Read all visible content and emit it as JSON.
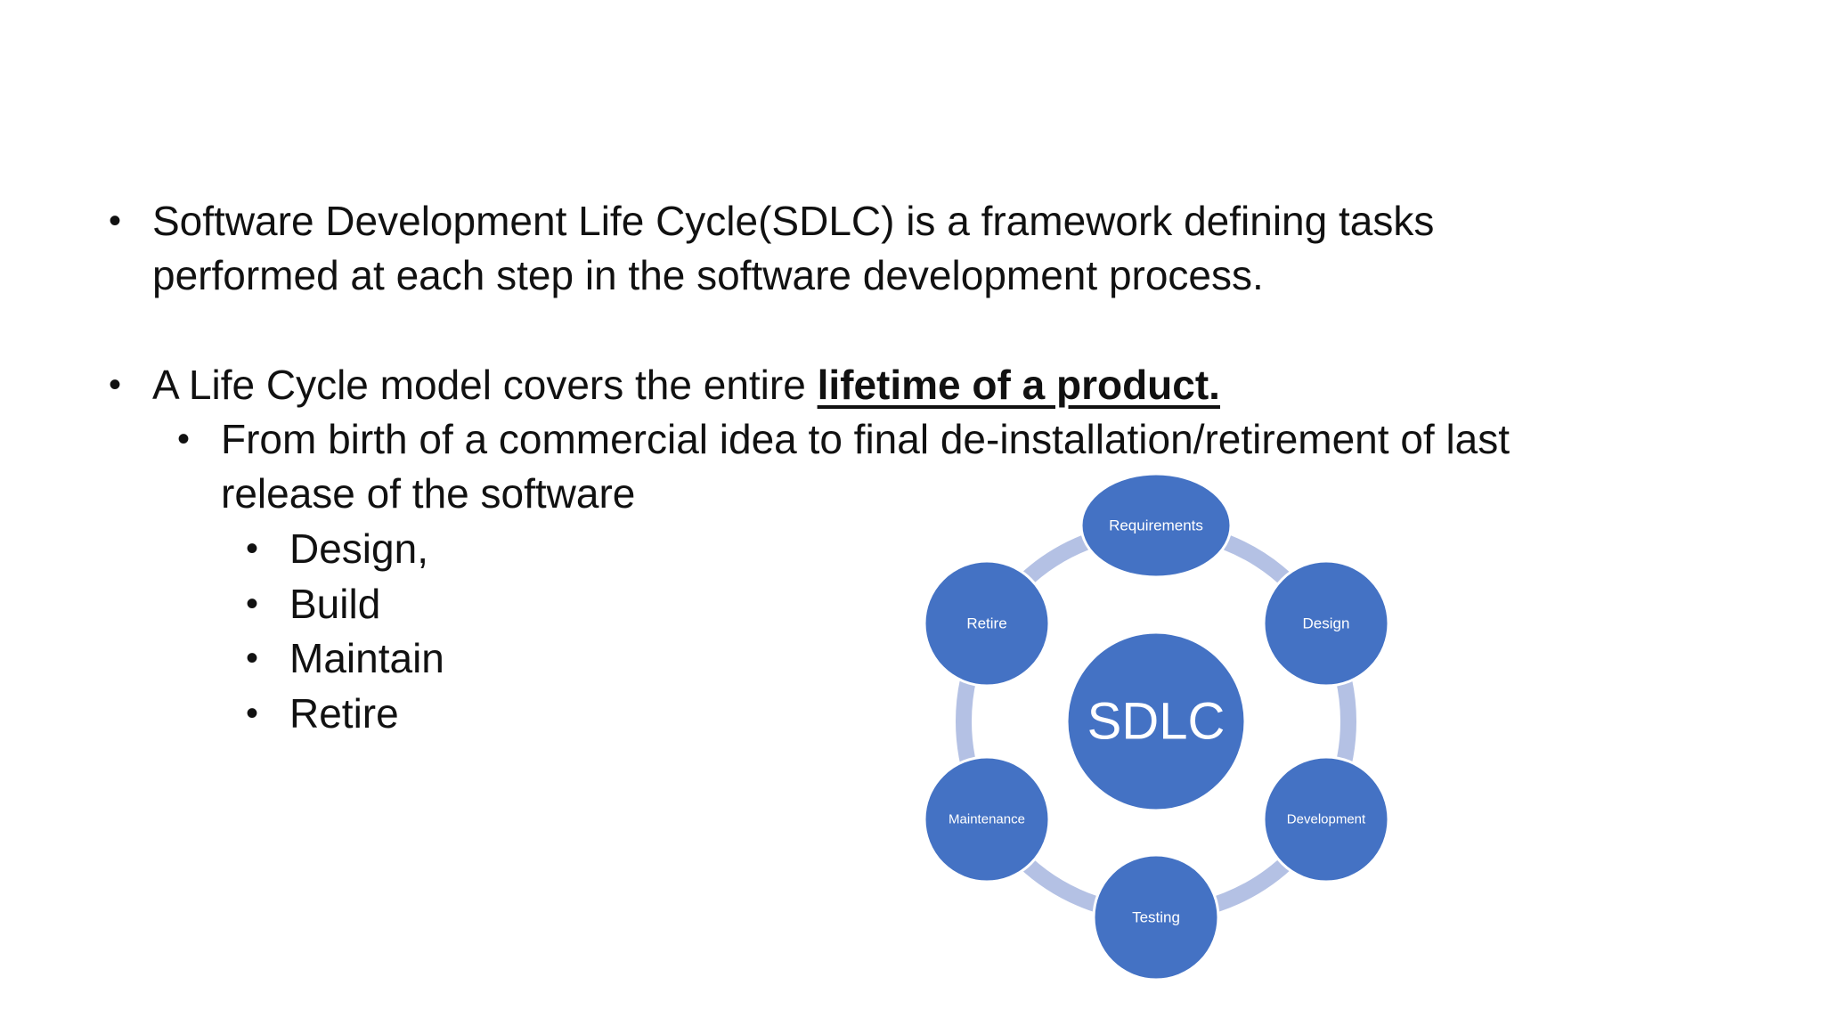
{
  "bullets": {
    "b1_line1": "Software Development Life Cycle(SDLC) is a framework defining tasks",
    "b1_line2": "performed at each step in the software development process.",
    "b2_prefix": "A Life Cycle model covers the entire ",
    "b2_emphasis": "lifetime of a product.",
    "b3_line1": "From birth of a commercial idea to final de-installation/retirement of last",
    "b3_line2": "release of the software",
    "sub_items": [
      "Design,",
      "Build",
      "Maintain",
      "Retire"
    ]
  },
  "diagram": {
    "center_label": "SDLC",
    "nodes": [
      "Requirements",
      "Design",
      "Development",
      "Testing",
      "Maintenance",
      "Retire"
    ],
    "colors": {
      "node_fill": "#4472C4",
      "node_stroke": "#ffffff",
      "ring": "#B4C1E4",
      "label": "#ffffff"
    }
  }
}
